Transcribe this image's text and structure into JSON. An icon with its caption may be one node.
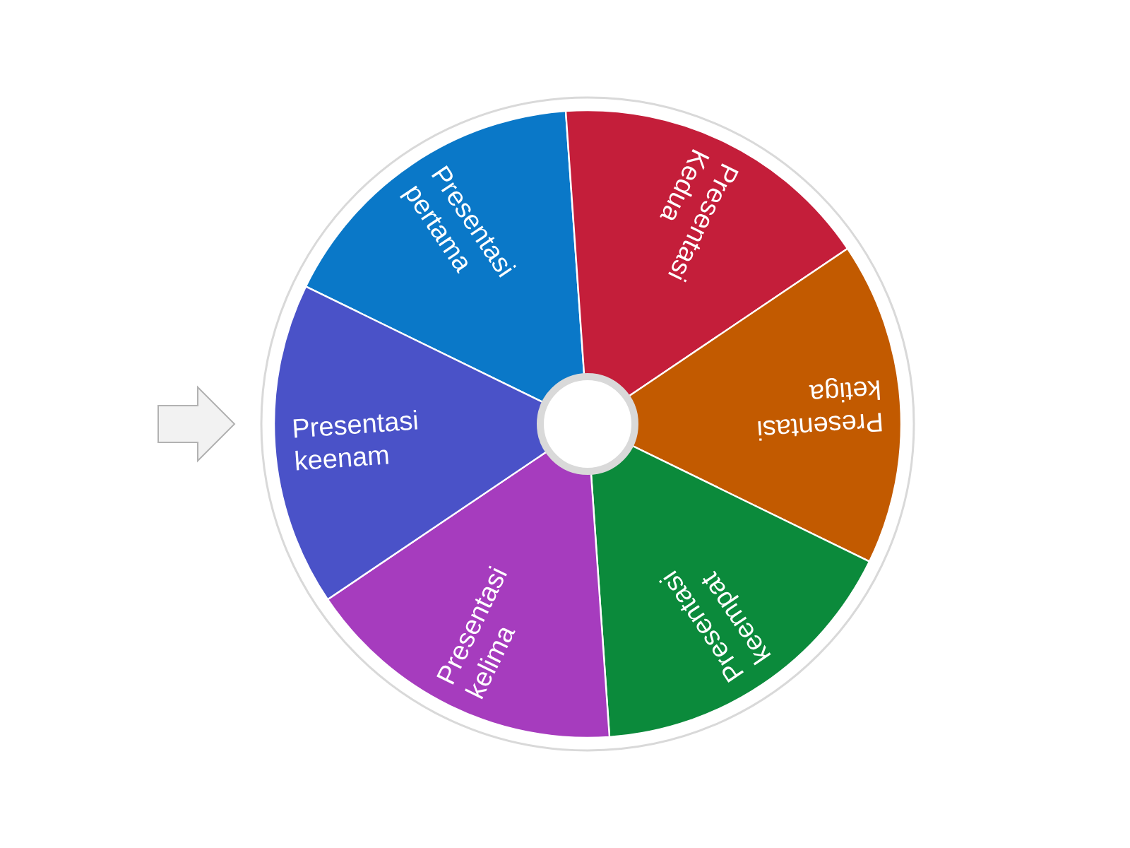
{
  "diagram": {
    "nodes": [
      {
        "text": [
          "Presentasi pertama"
        ]
      },
      {
        "text": [
          "Presentasi Kedua"
        ]
      },
      {
        "text": [
          "Presentasi ketiga"
        ]
      },
      {
        "text": [
          "Presentasi keempat"
        ]
      },
      {
        "text": [
          "Presentasi kelima"
        ]
      },
      {
        "text": [
          "Presentasi keenam"
        ]
      },
      {
        "text": [],
        "shape": "circle"
      }
    ]
  }
}
